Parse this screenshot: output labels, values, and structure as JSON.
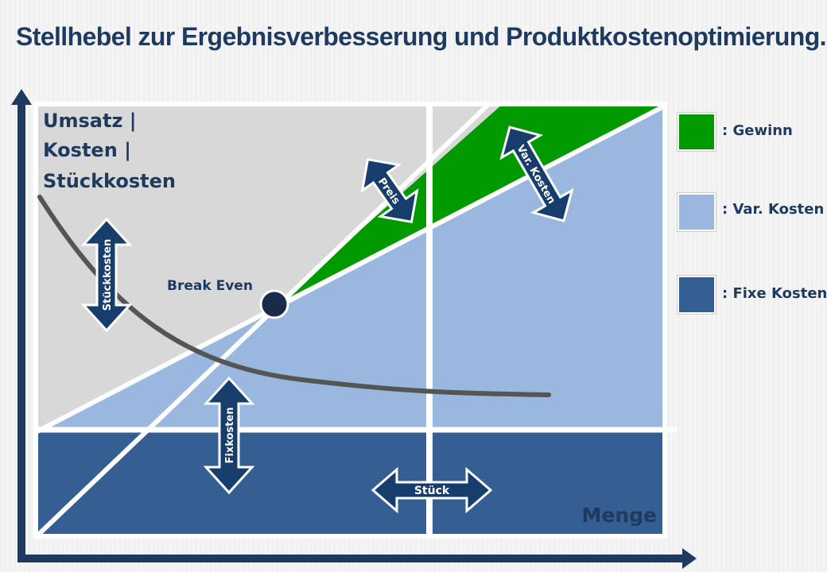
{
  "title": "Stellhebel zur Ergebnisverbesserung und Produktkostenoptimierung.",
  "colors": {
    "background_panel": "#d8d8d8",
    "gewinn": "#009a00",
    "var_kosten": "#9ab8df",
    "fixe_kosten": "#355f92",
    "axis": "#1e3a5f",
    "arrow_fill": "#163d6c",
    "curve": "#555555",
    "lines": "#ffffff"
  },
  "diagram": {
    "y_axis_label_lines": [
      "Umsatz |",
      "Kosten |",
      "Stückkosten"
    ],
    "x_axis_label": "Menge",
    "break_even_label": "Break Even",
    "arrows": {
      "stueckkosten": "Stückkosten",
      "fixkosten": "Fixkosten",
      "preis": "Preis",
      "var_kosten": "Var. Kosten",
      "stueck": "Stück"
    }
  },
  "legend": [
    {
      "label": ": Gewinn",
      "color": "#009a00"
    },
    {
      "label": ": Var. Kosten",
      "color": "#9ab8df"
    },
    {
      "label": ": Fixe Kosten",
      "color": "#355f92"
    }
  ]
}
